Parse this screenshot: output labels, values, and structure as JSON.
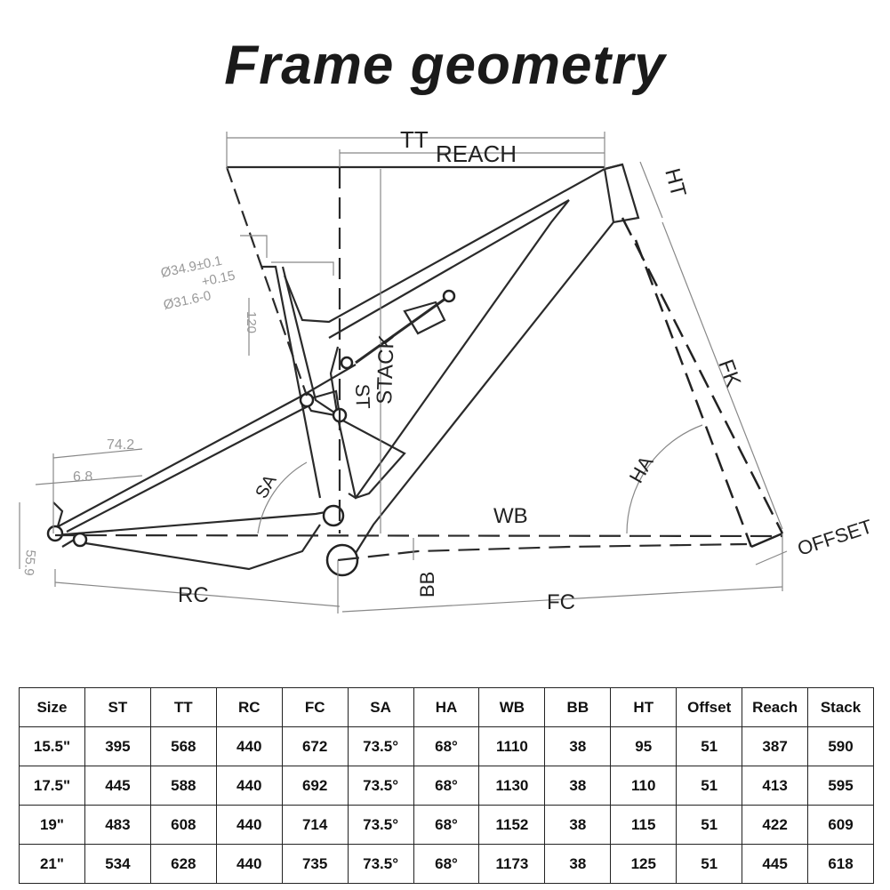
{
  "title": "Frame geometry",
  "diagram": {
    "labels": {
      "tt": "TT",
      "reach": "REACH",
      "ht": "HT",
      "fk": "FK",
      "ha": "HA",
      "stack": "STACK",
      "st": "ST",
      "sa": "SA",
      "wb": "WB",
      "offset": "OFFSET",
      "rc": "RC",
      "fc": "FC",
      "bb": "BB"
    },
    "dimensions": {
      "seatpost_outer": "Ø34.9±0.1",
      "seatpost_tol": "+0.15",
      "seatpost_inner": "Ø31.6-0",
      "seatpost_length": "120",
      "axle_width": "74.2",
      "axle_offset": "6.8",
      "dropout": "55.9"
    }
  },
  "table": {
    "headers": [
      "Size",
      "ST",
      "TT",
      "RC",
      "FC",
      "SA",
      "HA",
      "WB",
      "BB",
      "HT",
      "Offset",
      "Reach",
      "Stack"
    ],
    "rows": [
      [
        "15.5\"",
        "395",
        "568",
        "440",
        "672",
        "73.5°",
        "68°",
        "1110",
        "38",
        "95",
        "51",
        "387",
        "590"
      ],
      [
        "17.5\"",
        "445",
        "588",
        "440",
        "692",
        "73.5°",
        "68°",
        "1130",
        "38",
        "110",
        "51",
        "413",
        "595"
      ],
      [
        "19\"",
        "483",
        "608",
        "440",
        "714",
        "73.5°",
        "68°",
        "1152",
        "38",
        "115",
        "51",
        "422",
        "609"
      ],
      [
        "21\"",
        "534",
        "628",
        "440",
        "735",
        "73.5°",
        "68°",
        "1173",
        "38",
        "125",
        "51",
        "445",
        "618"
      ]
    ]
  }
}
